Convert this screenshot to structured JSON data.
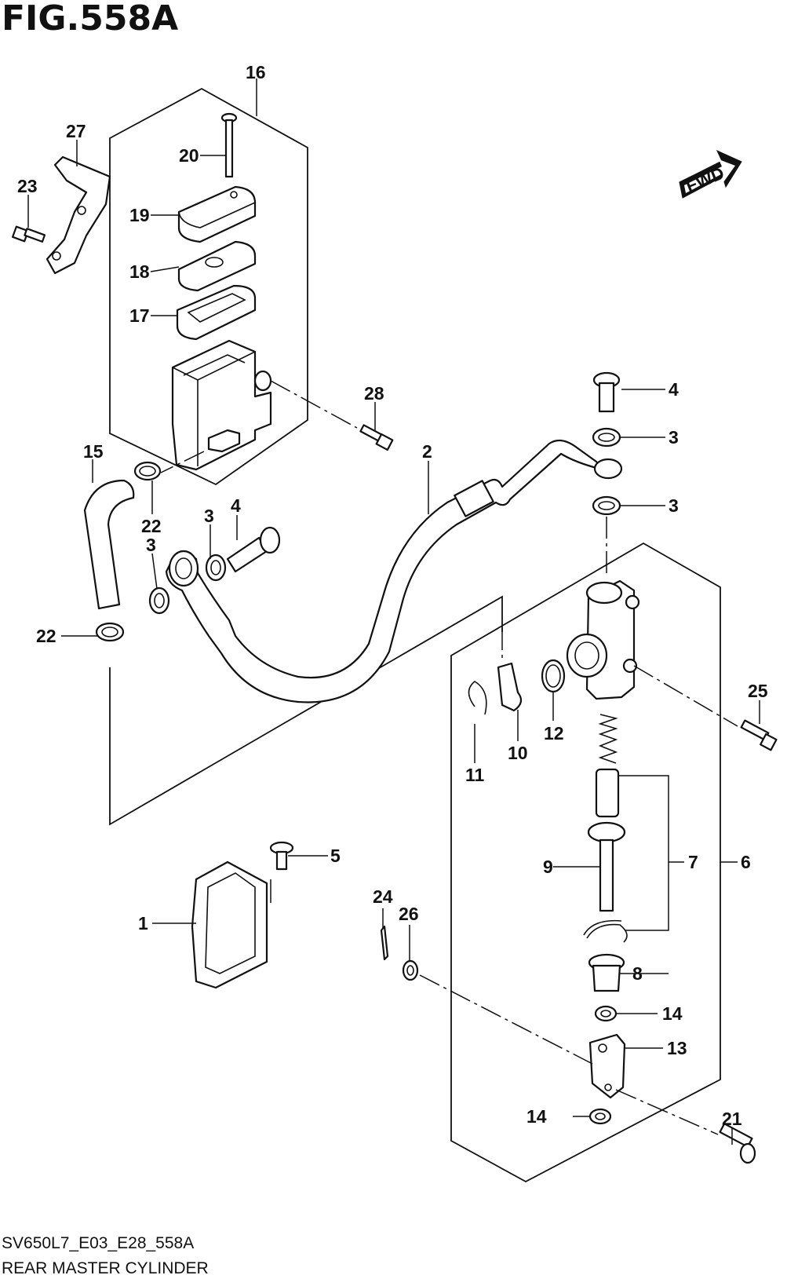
{
  "figure": {
    "title": "FIG.558A",
    "code": "SV650L7_E03_E28_558A",
    "name": "REAR MASTER CYLINDER",
    "fwd_badge": "FWD"
  },
  "callouts": [
    "1",
    "2",
    "3",
    "3",
    "3",
    "3",
    "4",
    "4",
    "5",
    "6",
    "7",
    "8",
    "9",
    "10",
    "11",
    "12",
    "13",
    "14",
    "14",
    "15",
    "16",
    "17",
    "18",
    "19",
    "20",
    "21",
    "22",
    "22",
    "23",
    "24",
    "25",
    "26",
    "27",
    "28"
  ]
}
